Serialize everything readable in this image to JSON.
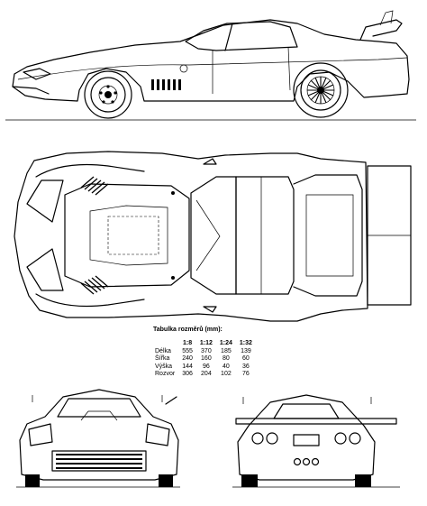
{
  "dimension_table": {
    "title": "Tabulka rozměrů (mm):",
    "scales": [
      "1:8",
      "1:12",
      "1:24",
      "1:32"
    ],
    "rows": [
      {
        "label": "Délka",
        "values": [
          "555",
          "370",
          "185",
          "139"
        ]
      },
      {
        "label": "Šířka",
        "values": [
          "240",
          "160",
          "80",
          "60"
        ]
      },
      {
        "label": "Výška",
        "values": [
          "144",
          "96",
          "40",
          "36"
        ]
      },
      {
        "label": "Rozvor",
        "values": [
          "306",
          "204",
          "102",
          "76"
        ]
      }
    ]
  },
  "views": [
    "side-view",
    "top-view",
    "front-view",
    "rear-view"
  ]
}
